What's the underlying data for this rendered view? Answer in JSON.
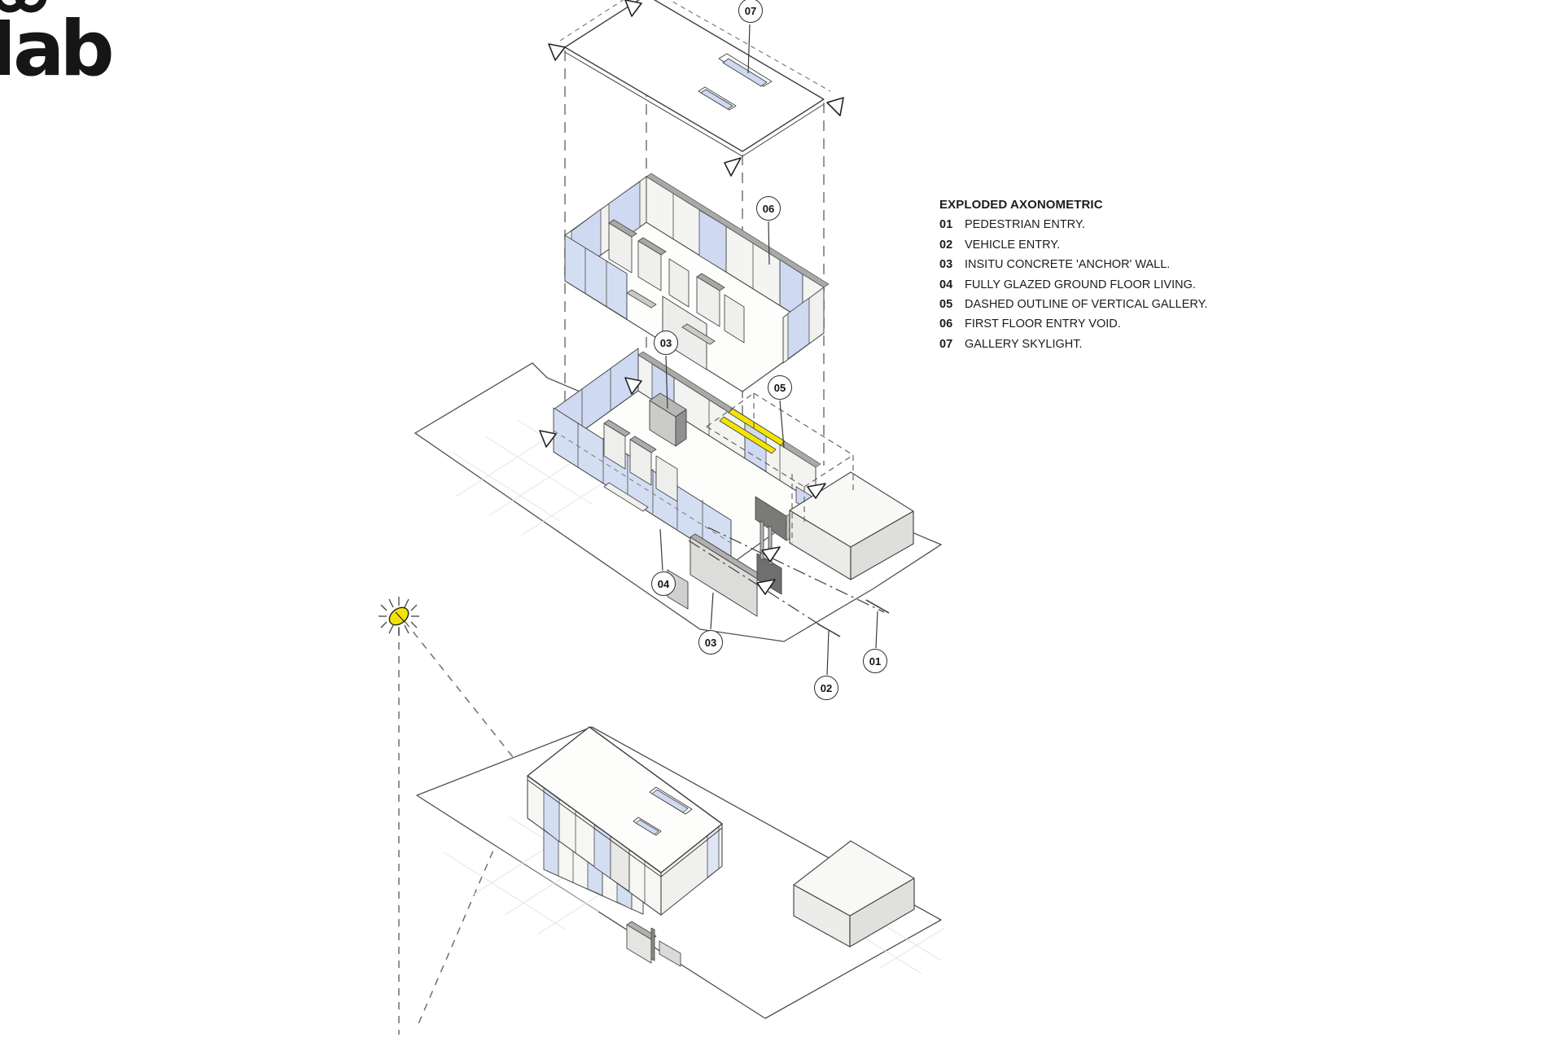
{
  "logo": {
    "text": "ab",
    "mark_icon": "overlapping-rings-icon"
  },
  "legend": {
    "title": "EXPLODED AXONOMETRIC",
    "items": [
      {
        "num": "01",
        "label": "PEDESTRIAN ENTRY."
      },
      {
        "num": "02",
        "label": "VEHICLE ENTRY."
      },
      {
        "num": "03",
        "label": "INSITU CONCRETE 'ANCHOR' WALL."
      },
      {
        "num": "04",
        "label": "FULLY GLAZED GROUND FLOOR LIVING."
      },
      {
        "num": "05",
        "label": "DASHED OUTLINE OF VERTICAL GALLERY."
      },
      {
        "num": "06",
        "label": "FIRST FLOOR ENTRY VOID."
      },
      {
        "num": "07",
        "label": "GALLERY SKYLIGHT."
      }
    ]
  },
  "drawing": {
    "callouts": [
      {
        "num": "07"
      },
      {
        "num": "06"
      },
      {
        "num": "03"
      },
      {
        "num": "05"
      },
      {
        "num": "04"
      },
      {
        "num": "03"
      },
      {
        "num": "01"
      },
      {
        "num": "02"
      }
    ],
    "icons": {
      "sun": "sun-icon",
      "corner_markers": "corner-arrow-icon",
      "entry_path": "dash-dot-path"
    },
    "colors": {
      "highlight_yellow": "#f2e600",
      "glazing_blue": "#d4def3",
      "sun_yellow": "#f3e207",
      "line": "#3f3f3d"
    }
  }
}
